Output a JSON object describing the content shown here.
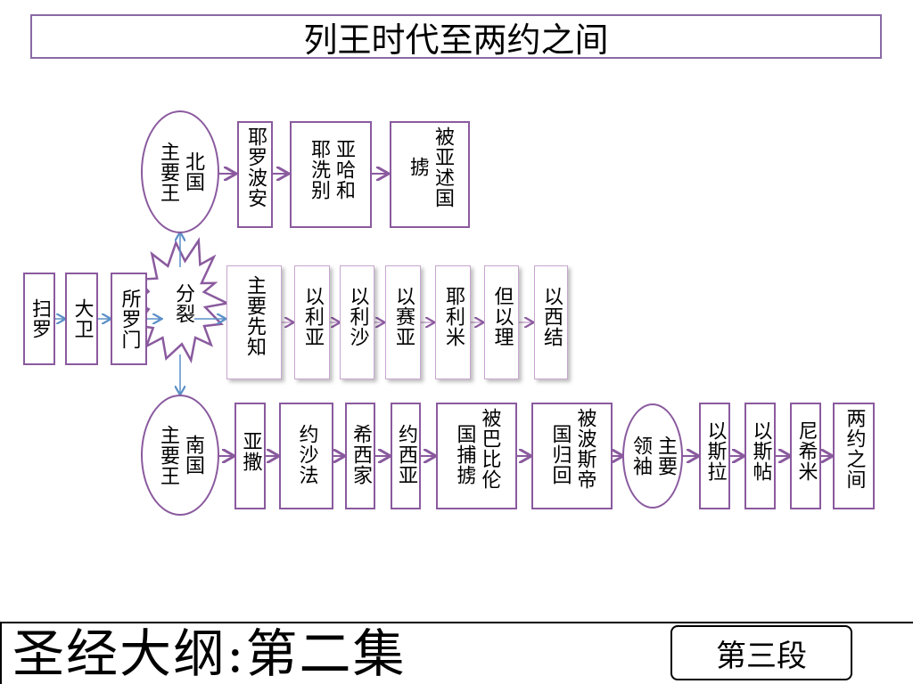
{
  "title": "列王时代至两约之间",
  "kings": {
    "saul": "扫罗",
    "david": "大卫",
    "solomon": "所罗门"
  },
  "split": "分裂",
  "north": {
    "label_cols": [
      "北国",
      "主要王"
    ],
    "items": [
      {
        "cols": [
          "耶罗波安"
        ]
      },
      {
        "cols": [
          "亚哈和",
          "耶洗别"
        ]
      },
      {
        "cols": [
          "被亚述国",
          "掳"
        ]
      }
    ]
  },
  "prophets": {
    "label": "主要先知",
    "items": [
      "以利亚",
      "以利沙",
      "以赛亚",
      "耶利米",
      "但以理",
      "以西结"
    ]
  },
  "south": {
    "label_cols": [
      "南国",
      "主要王"
    ],
    "items": [
      {
        "cols": [
          "亚撒"
        ]
      },
      {
        "cols": [
          "约沙法"
        ]
      },
      {
        "cols": [
          "希西家"
        ]
      },
      {
        "cols": [
          "约西亚"
        ]
      },
      {
        "cols": [
          "被巴比伦",
          "国捕掳"
        ]
      },
      {
        "cols": [
          "被波斯帝",
          "国归回"
        ]
      }
    ],
    "leaders_cols": [
      "主要",
      "领袖"
    ],
    "leaders": [
      "以斯拉",
      "以斯帖",
      "尼希米"
    ],
    "end": "两约之间"
  },
  "footer": {
    "series": "圣经大纲:第二集",
    "section": "第三段"
  }
}
